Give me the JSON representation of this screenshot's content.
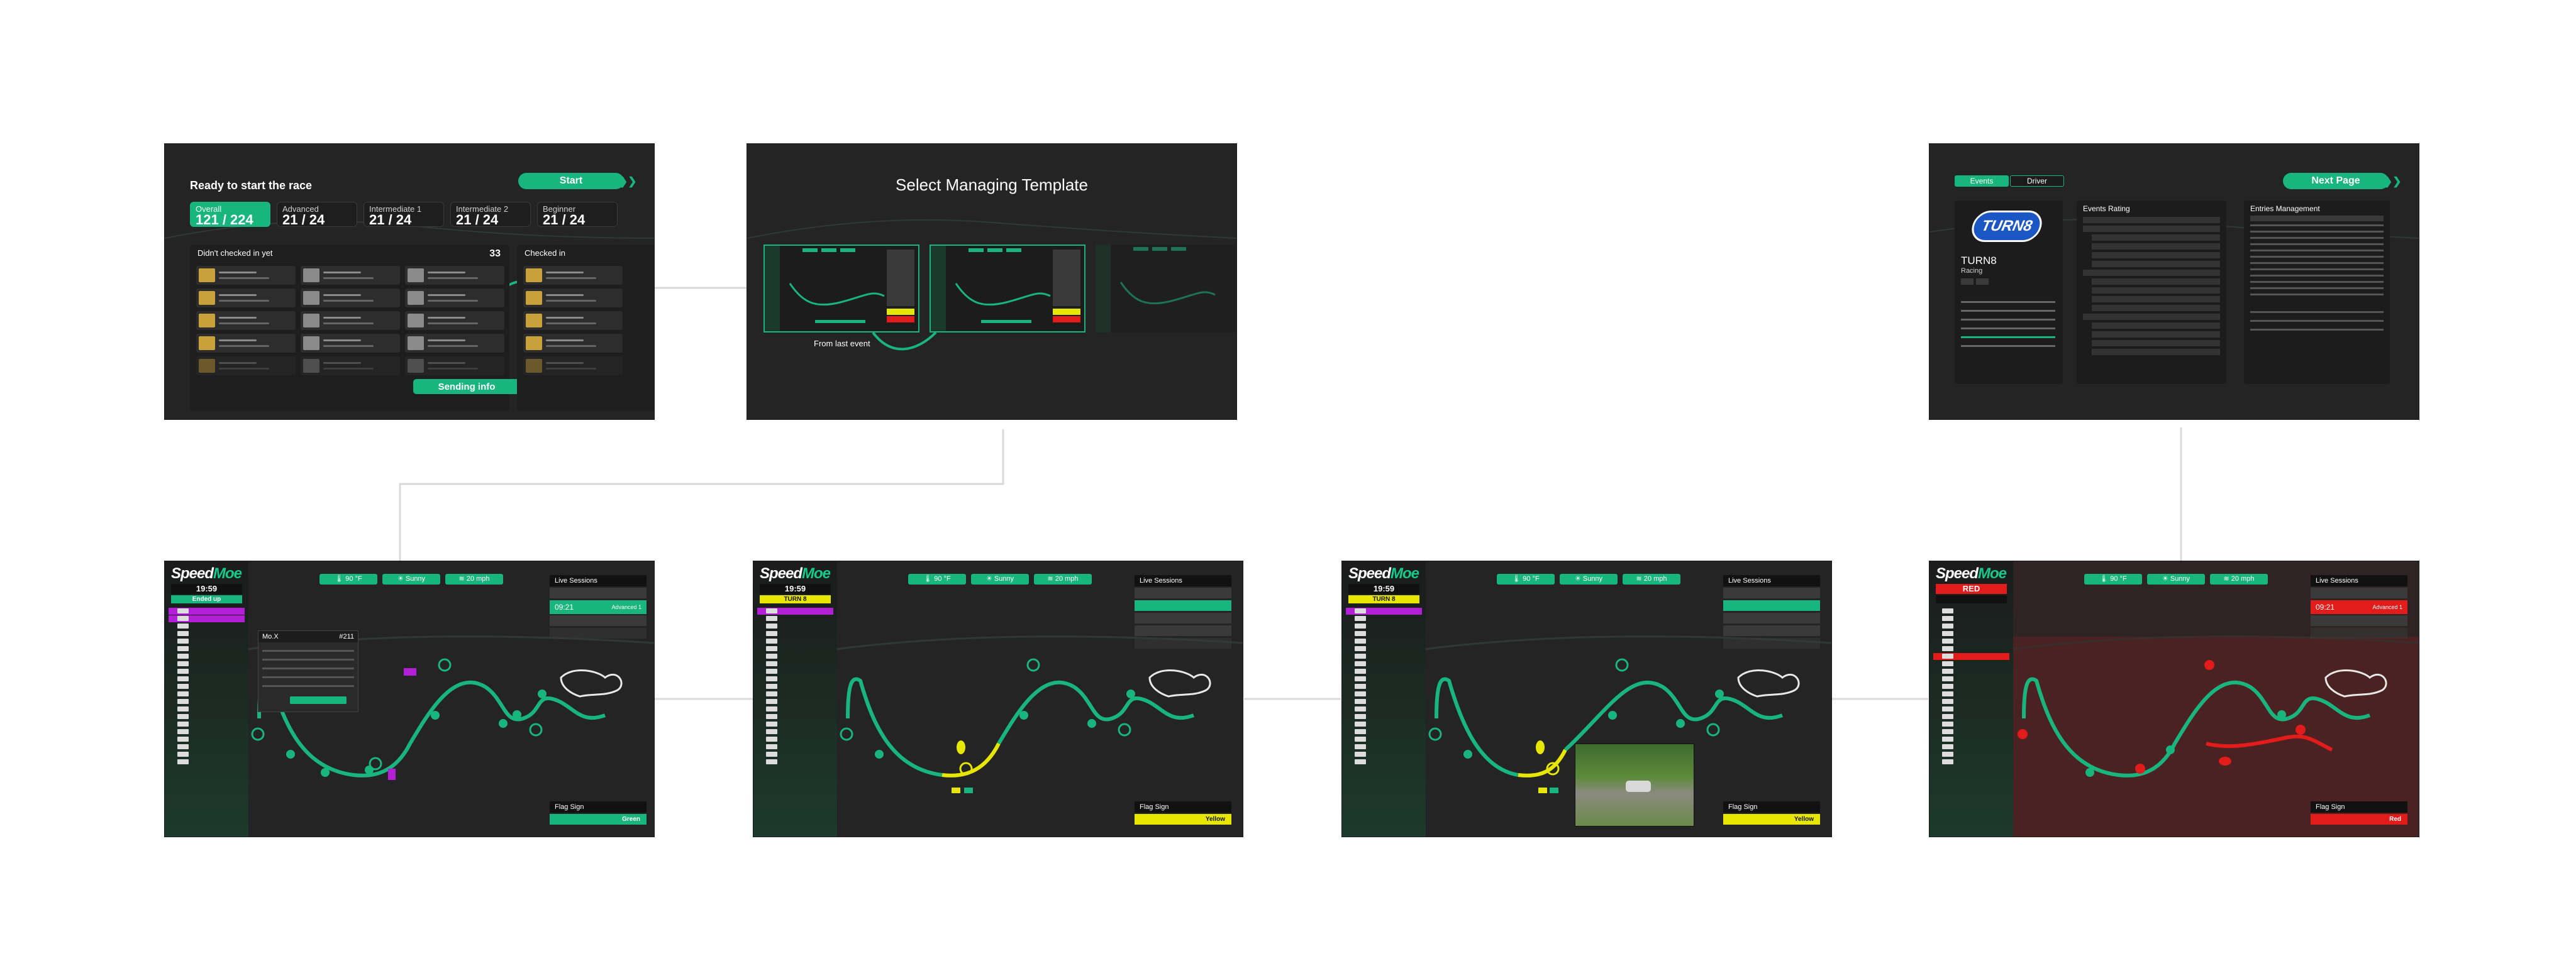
{
  "screen1": {
    "title": "Ready to start the race",
    "start_label": "Start",
    "tiles": [
      {
        "label": "Overall",
        "value": "121 / 224"
      },
      {
        "label": "Advanced",
        "value": "21 / 24"
      },
      {
        "label": "Intermediate 1",
        "value": "21 / 24"
      },
      {
        "label": "Intermediate 2",
        "value": "21 / 24"
      },
      {
        "label": "Beginner",
        "value": "21 / 24"
      }
    ],
    "not_checked_label": "Didn't checked in yet",
    "not_checked_count": "33",
    "checked_in_label": "Checked in",
    "sending_label": "Sending info"
  },
  "screen2": {
    "title": "Select Managing Template",
    "from_last_event": "From last event"
  },
  "screen3": {
    "tab_events": "Events",
    "tab_driver": "Driver",
    "next_page_label": "Next Page",
    "org_name": "TURN8",
    "org_sub": "Racing",
    "logo_text": "TURN8",
    "events_rating_title": "Events Rating",
    "entries_title": "Entries Management"
  },
  "race": {
    "logo_a": "Speed",
    "logo_b": "Moe",
    "weather": [
      "90 °F",
      "Sunny",
      "20 mph"
    ],
    "live_sessions_label": "Live Sessions",
    "flag_sign_label": "Flag Sign",
    "screens": [
      {
        "time": "19:59",
        "status": "Ended up",
        "flag": "Green",
        "info_popup": {
          "name": "Mo.X",
          "num": "#211"
        }
      },
      {
        "time": "19:59",
        "status": "TURN 8",
        "flag": "Yellow"
      },
      {
        "time": "19:59",
        "status": "TURN 8",
        "flag": "Yellow"
      },
      {
        "time": "",
        "status": "RED",
        "flag": "Red"
      }
    ],
    "session_current": "09:21",
    "session_class": "Advanced 1"
  },
  "colors": {
    "accent": "#19b57e",
    "yellow": "#e6e600",
    "red": "#e21b1b",
    "purple": "#b21fd6"
  }
}
